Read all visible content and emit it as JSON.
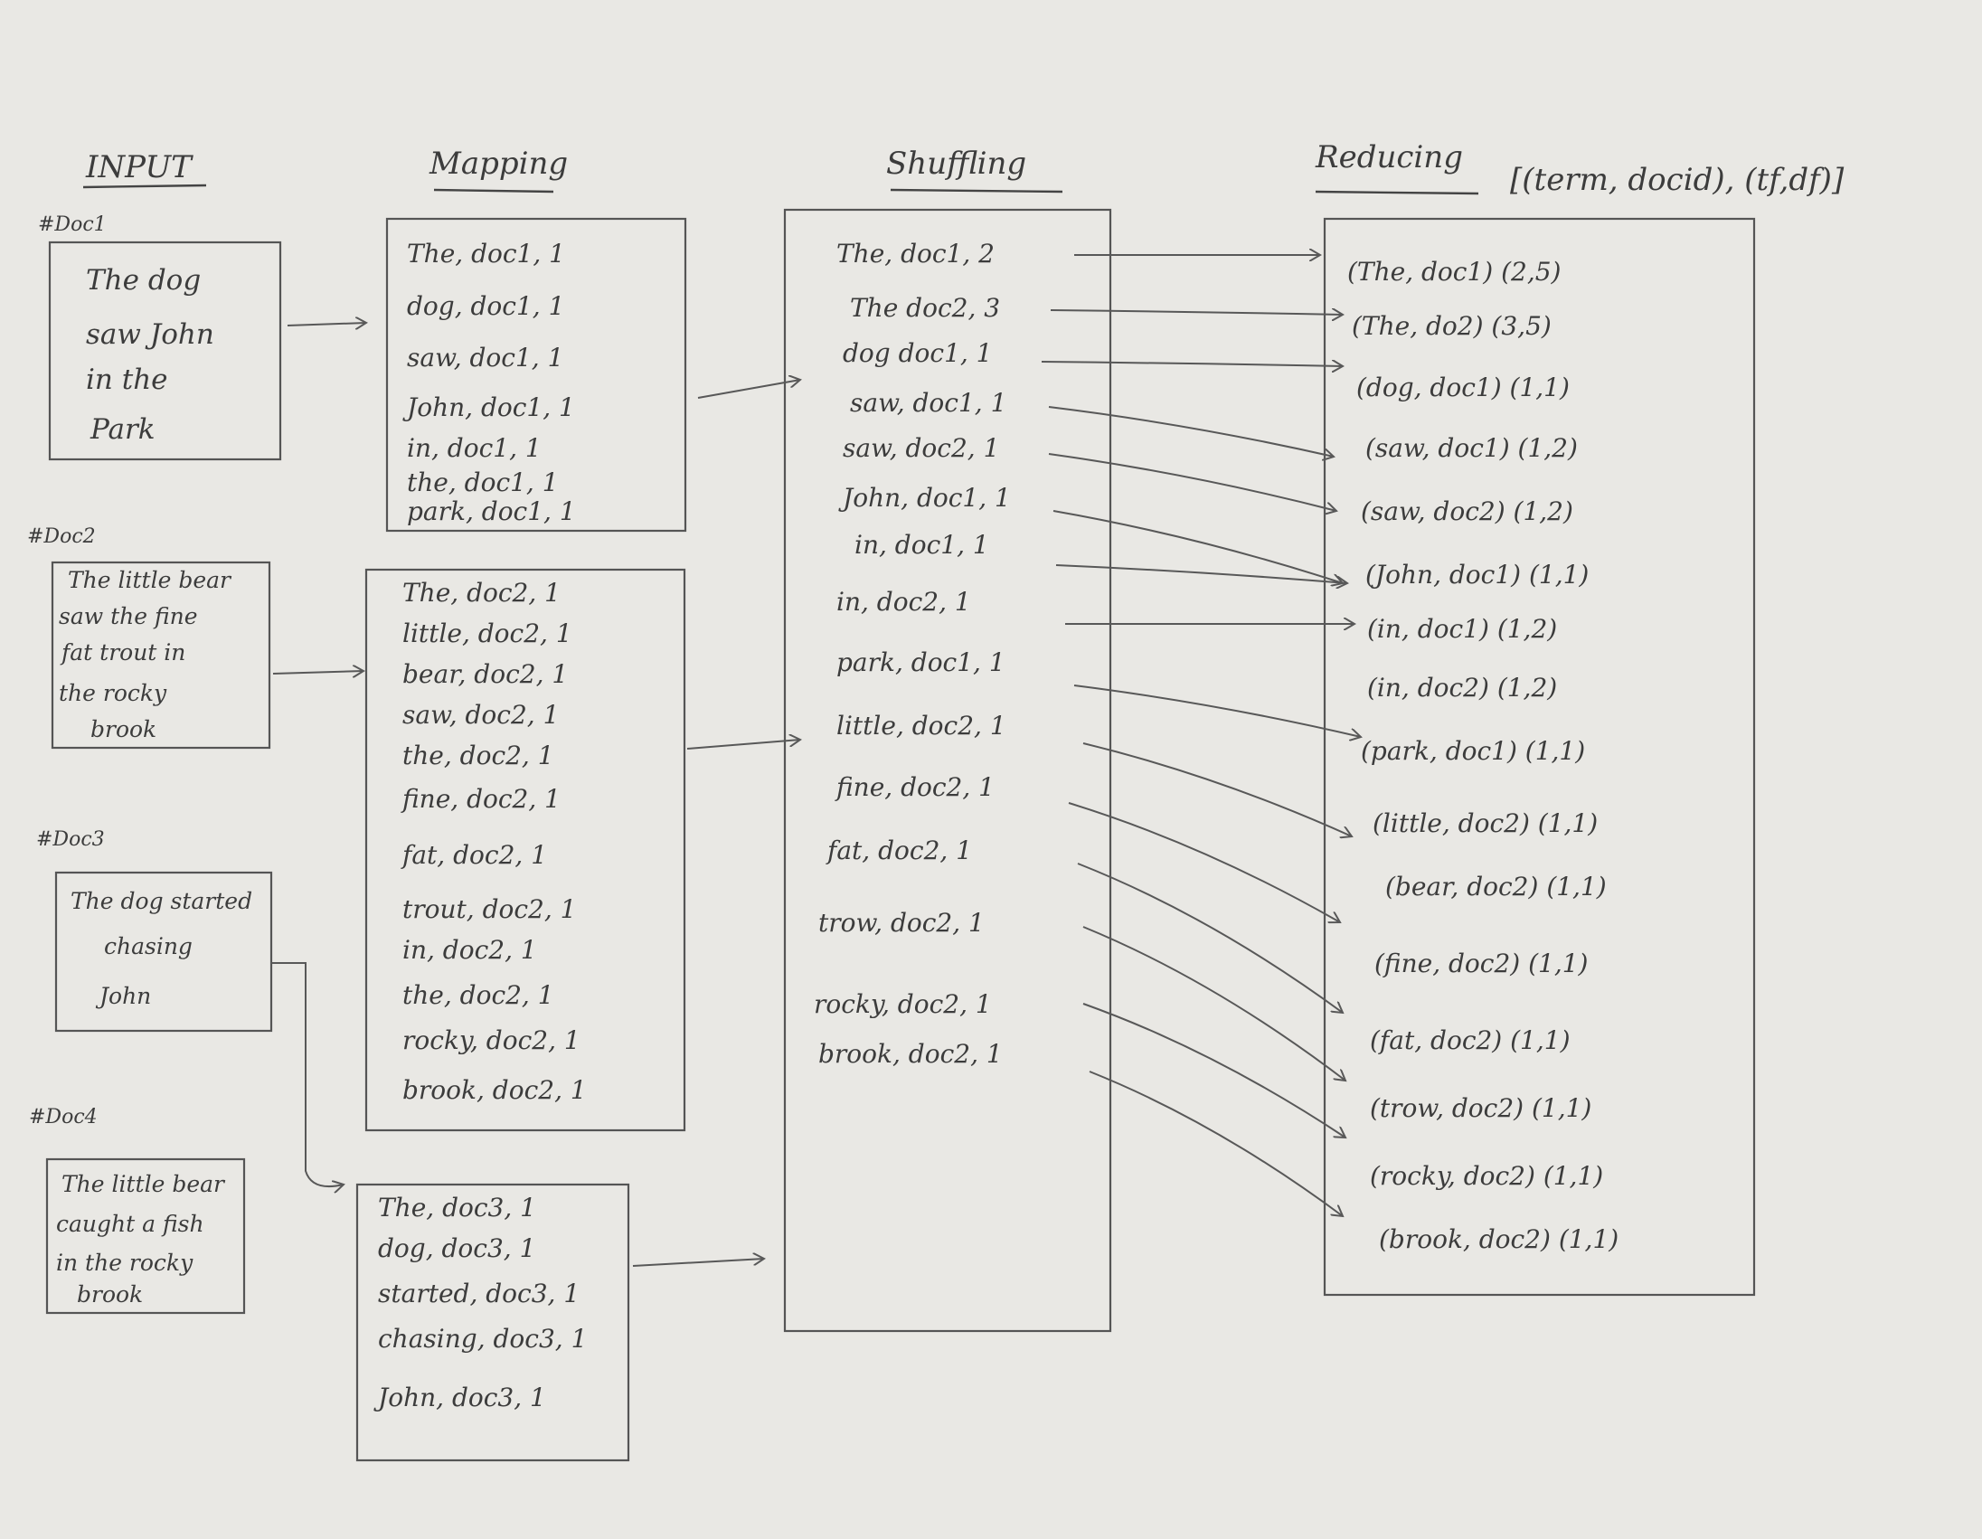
{
  "headers": {
    "input": "INPUT",
    "mapping": "Mapping",
    "shuffling": "Shuffling",
    "reducing": "Reducing",
    "reducing_format": "[(term, docid), (tf,df)]"
  },
  "documents": [
    {
      "label": "#Doc1",
      "lines": [
        "The dog",
        "saw John",
        "in the",
        "Park"
      ]
    },
    {
      "label": "#Doc2",
      "lines": [
        "The little bear",
        "saw the fine",
        "fat trout in",
        "the rocky",
        "brook"
      ]
    },
    {
      "label": "#Doc3",
      "lines": [
        "The dog started",
        "chasing",
        "John"
      ]
    },
    {
      "label": "#Doc4",
      "lines": [
        "The little bear",
        "caught a fish",
        "in the rocky",
        "brook"
      ]
    }
  ],
  "mapping": [
    [
      "The, doc1, 1",
      "dog, doc1, 1",
      "saw, doc1, 1",
      "John, doc1, 1",
      "in, doc1, 1",
      "the, doc1, 1",
      "park, doc1, 1"
    ],
    [
      "The, doc2, 1",
      "little, doc2, 1",
      "bear, doc2, 1",
      "saw, doc2, 1",
      "the, doc2, 1",
      "fine, doc2, 1",
      "fat, doc2, 1",
      "trout, doc2, 1",
      "in, doc2, 1",
      "the, doc2, 1",
      "rocky, doc2, 1",
      "brook, doc2, 1"
    ],
    [
      "The, doc3, 1",
      "dog, doc3, 1",
      "started, doc3, 1",
      "chasing, doc3, 1",
      "John, doc3, 1"
    ]
  ],
  "shuffling": [
    "The, doc1, 2",
    "The doc2, 3",
    "dog doc1, 1",
    "saw, doc1, 1",
    "saw, doc2, 1",
    "John, doc1, 1",
    "in, doc1, 1",
    "in, doc2, 1",
    "park, doc1, 1",
    "little, doc2, 1",
    "fine, doc2, 1",
    "fat, doc2, 1",
    "trow, doc2, 1",
    "rocky, doc2, 1",
    "brook, doc2, 1"
  ],
  "reducing": [
    "(The, doc1) (2,5)",
    "(The, do2) (3,5)",
    "(dog, doc1) (1,1)",
    "(saw, doc1) (1,2)",
    "(saw, doc2) (1,2)",
    "(John, doc1) (1,1)",
    "(in, doc1) (1,2)",
    "(in, doc2) (1,2)",
    "(park, doc1) (1,1)",
    "(little, doc2) (1,1)",
    "(bear, doc2) (1,1)",
    "(fine, doc2) (1,1)",
    "(fat, doc2) (1,1)",
    "(trow, doc2) (1,1)",
    "(rocky, doc2) (1,1)",
    "(brook, doc2) (1,1)"
  ],
  "colors": {
    "paper": "#e9e8e4",
    "pencil": "#3c3c3c"
  }
}
